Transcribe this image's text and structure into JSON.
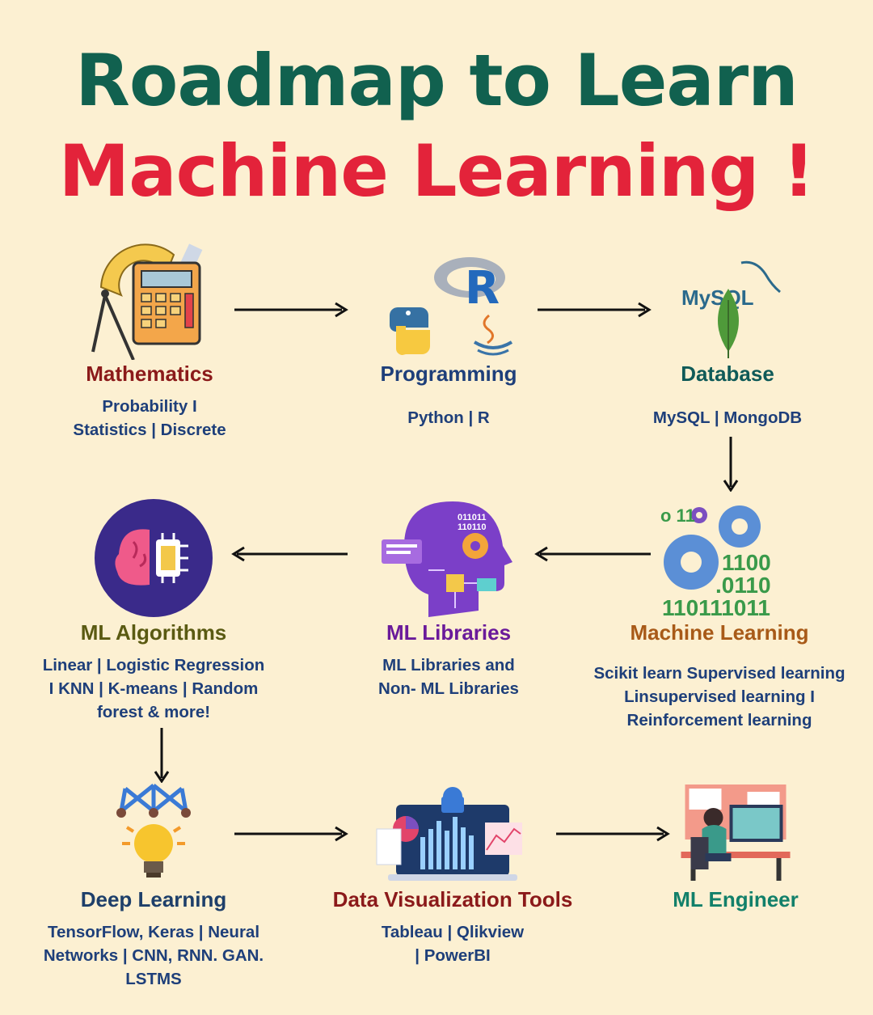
{
  "title": {
    "line1": "Roadmap to Learn",
    "line2": "Machine Learning !"
  },
  "colors": {
    "background": "#fcf0d2",
    "title_primary": "#11614f",
    "title_accent": "#e3233a",
    "description": "#1e3f7a"
  },
  "steps": [
    {
      "name": "Mathematics",
      "desc_lines": [
        "Probability I",
        "Statistics | Discrete"
      ],
      "color": "#8b1a1a",
      "icon": "calculator-icon"
    },
    {
      "name": "Programming",
      "desc_lines": [
        "Python | R"
      ],
      "color": "#1e3f7a",
      "icon": "programming-languages-icon"
    },
    {
      "name": "Database",
      "desc_lines": [
        "MySQL | MongoDB"
      ],
      "color": "#0f5a58",
      "icon": "database-logos-icon"
    },
    {
      "name": "Machine Learning",
      "desc_lines": [
        "Scikit learn Supervised learning",
        "Linsupervised learning I",
        "Reinforcement learning"
      ],
      "color": "#a85a18",
      "icon": "gears-binary-icon"
    },
    {
      "name": "ML Libraries",
      "desc_lines": [
        "ML Libraries and",
        "Non- ML Libraries"
      ],
      "color": "#6a1a9a",
      "icon": "ai-head-icon"
    },
    {
      "name": "ML Algorithms",
      "desc_lines": [
        "Linear | Logistic Regression",
        "I KNN | K-means | Random",
        "forest & more!"
      ],
      "color": "#5a5a12",
      "icon": "brain-chip-icon"
    },
    {
      "name": "Deep Learning",
      "desc_lines": [
        "TensorFlow, Keras | Neural",
        "Networks | CNN, RNN. GAN.",
        "LSTMS"
      ],
      "color": "#1e3f6a",
      "icon": "neural-bulb-icon"
    },
    {
      "name": "Data Visualization Tools",
      "desc_lines": [
        "Tableau | Qlikview",
        "| PowerBI"
      ],
      "color": "#8b1a1a",
      "icon": "dashboard-icon"
    },
    {
      "name": "ML Engineer",
      "desc_lines": [],
      "color": "#12806a",
      "icon": "engineer-desk-icon"
    }
  ],
  "icon_text": {
    "r_logo": "R",
    "mysql_logo": "MySQL",
    "binary_rows": [
      "o  11",
      "1100",
      ".0110",
      "110111011"
    ],
    "chip_binary": [
      "011011",
      "110110"
    ]
  }
}
